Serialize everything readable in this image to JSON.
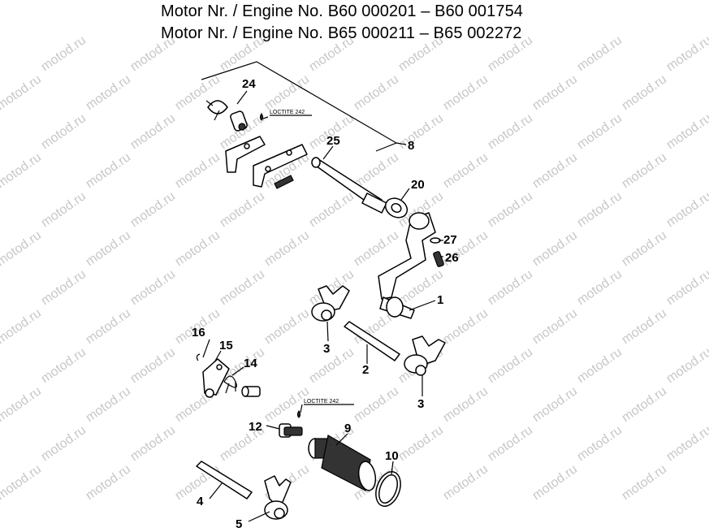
{
  "header": {
    "line1": "Motor Nr. / Engine No. B60 000201 – B60 001754",
    "line2": "Motor Nr. / Engine No. B65 000211 – B65 002272"
  },
  "watermark": "motod.ru",
  "notes": {
    "loctite_top": "LOCTITE 242",
    "loctite_bottom": "LOCTITE 242"
  },
  "callouts": {
    "p24": "24",
    "p25": "25",
    "p8": "8",
    "p20": "20",
    "p27": "27",
    "p26": "26",
    "p1": "1",
    "p3a": "3",
    "p3b": "3",
    "p2": "2",
    "p16": "16",
    "p15": "15",
    "p14": "14",
    "p12": "12",
    "p9": "9",
    "p10": "10",
    "p4": "4",
    "p5": "5"
  }
}
